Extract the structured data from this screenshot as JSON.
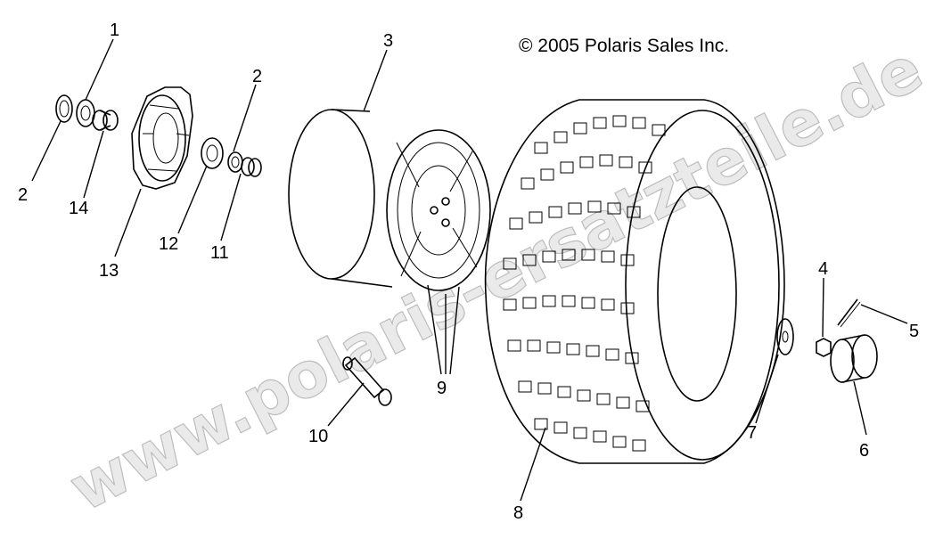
{
  "copyright": "© 2005 Polaris Sales Inc.",
  "watermark": "www.polaris-ersatzteile.de",
  "callouts": [
    {
      "id": "callout-1",
      "label": "1"
    },
    {
      "id": "callout-2a",
      "label": "2"
    },
    {
      "id": "callout-2b",
      "label": "2"
    },
    {
      "id": "callout-3",
      "label": "3"
    },
    {
      "id": "callout-4",
      "label": "4"
    },
    {
      "id": "callout-5",
      "label": "5"
    },
    {
      "id": "callout-6",
      "label": "6"
    },
    {
      "id": "callout-7",
      "label": "7"
    },
    {
      "id": "callout-8",
      "label": "8"
    },
    {
      "id": "callout-9",
      "label": "9"
    },
    {
      "id": "callout-10",
      "label": "10"
    },
    {
      "id": "callout-11",
      "label": "11"
    },
    {
      "id": "callout-12",
      "label": "12"
    },
    {
      "id": "callout-13",
      "label": "13"
    },
    {
      "id": "callout-14",
      "label": "14"
    }
  ],
  "colors": {
    "line": "#000000",
    "watermark": "#d9d9d9",
    "background": "#ffffff"
  }
}
